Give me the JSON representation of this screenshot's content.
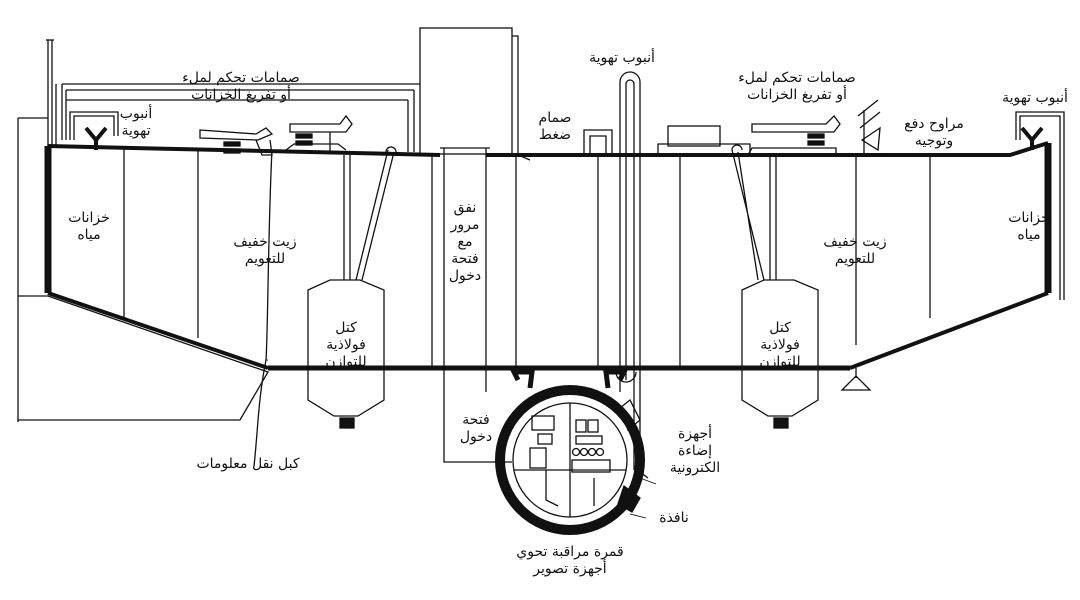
{
  "labels": {
    "vent_left": [
      "أنبوب",
      "تهوية"
    ],
    "valves_left": [
      "صمامات تحكم لملء",
      "أو تفريغ الخزانات"
    ],
    "vent_center": [
      "أنبوب تهوية"
    ],
    "pressure_valve": [
      "صمام",
      "ضغط"
    ],
    "valves_right": [
      "صمامات تحكم لملء",
      "أو تفريغ الخزانات"
    ],
    "propellers": [
      "مراوح دفع",
      "وتوجيه"
    ],
    "vent_right": [
      "أنبوب تهوية"
    ],
    "water_left": [
      "خزانات",
      "مياه"
    ],
    "oil_left": [
      "زيت خفيف",
      "للتعويم"
    ],
    "tunnel": [
      "نفق",
      "مرور",
      "مع",
      "فتحة",
      "دخول"
    ],
    "ballast_left": [
      "كتل",
      "فولاذية",
      "للتوازن"
    ],
    "oil_right": [
      "زيت خفيف",
      "للتعويم"
    ],
    "ballast_right": [
      "كتل",
      "فولاذية",
      "للتوازن"
    ],
    "water_right": [
      "خزانات",
      "مياه"
    ],
    "hatch": [
      "فتحة",
      "دخول"
    ],
    "lights": [
      "أجهزة",
      "إضاءة",
      "الكترونية"
    ],
    "cable": [
      "كبل نقل معلومات"
    ],
    "window": [
      "نافذة"
    ],
    "sphere": [
      "قمرة مراقبة تحوي",
      "أجهزة تصوير"
    ]
  },
  "colors": {
    "line": "#111111",
    "background": "#ffffff"
  }
}
